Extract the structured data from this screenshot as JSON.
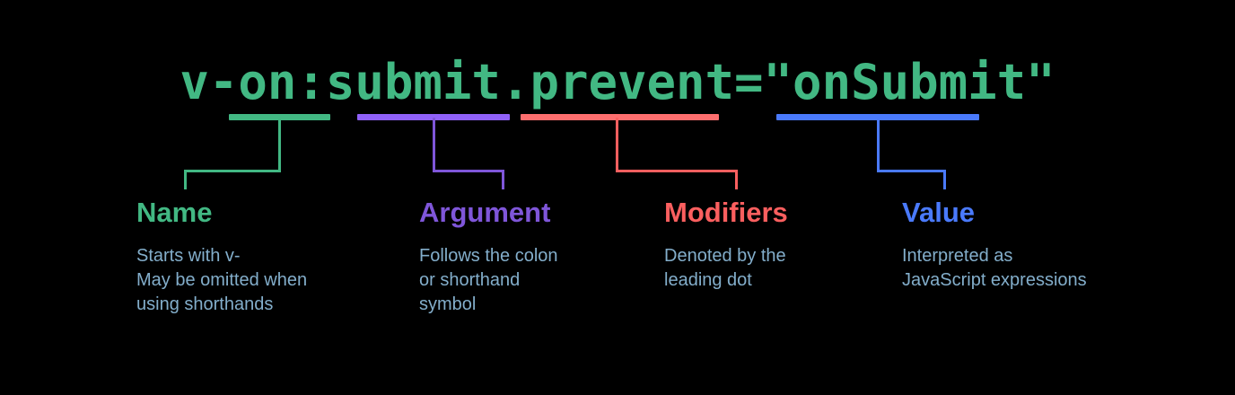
{
  "diagram": {
    "code_expression": "v-on:submit.prevent=\"onSubmit\"",
    "code_color": "#42b883",
    "background": "#000000",
    "description_color": "#83aecb",
    "parts": [
      {
        "id": "name",
        "title": "Name",
        "description": "Starts with v-\nMay be omitted when\nusing shorthands",
        "color": "#42b883",
        "bar_color": "#42b883",
        "token": "v-on"
      },
      {
        "id": "argument",
        "title": "Argument",
        "description": "Follows the colon\nor shorthand\nsymbol",
        "color": "#7f56d9",
        "bar_color": "#9061f9",
        "token": "submit"
      },
      {
        "id": "modifiers",
        "title": "Modifiers",
        "description": "Denoted by the\nleading dot",
        "color": "#fb5f5f",
        "bar_color": "#fd6e6e",
        "token": ".prevent"
      },
      {
        "id": "value",
        "title": "Value",
        "description": "Interpreted as\nJavaScript expressions",
        "color": "#4a7afc",
        "bar_color": "#4a7afc",
        "token": "\"onSubmit\""
      }
    ]
  }
}
